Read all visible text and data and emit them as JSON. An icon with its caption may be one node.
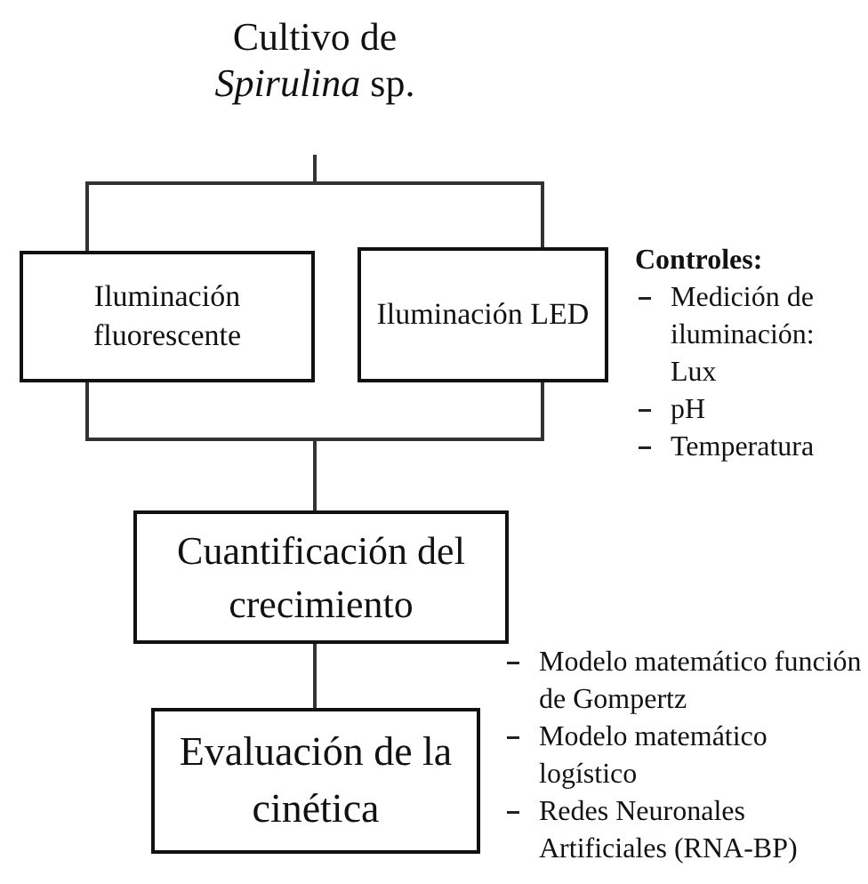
{
  "diagram": {
    "nodes": [
      {
        "text": [
          "Cultivo de *Spirulina* sp."
        ]
      },
      {
        "text": [
          "Iluminación fluorescente"
        ]
      },
      {
        "text": [
          "Iluminación LED"
        ]
      },
      {
        "text": [
          "Cuantificación del crecimiento"
        ]
      },
      {
        "text": [
          "Evaluación de la cinética"
        ]
      }
    ],
    "edges": [
      {
        "from": 0,
        "to": 1,
        "arrow": "none"
      },
      {
        "from": 0,
        "to": 2,
        "arrow": "none"
      },
      {
        "from": 1,
        "to": 3,
        "arrow": "none"
      },
      {
        "from": 2,
        "to": 3,
        "arrow": "none"
      },
      {
        "from": 3,
        "to": 4,
        "arrow": "none"
      }
    ],
    "labels": [
      "Controles:",
      "Medición de iluminación: Lux",
      "pH",
      "Temperatura",
      "Modelo matemático función de Gompertz",
      "Modelo matemático logístico",
      "Redes Neuronales Artificiales (RNA-BP)"
    ]
  }
}
